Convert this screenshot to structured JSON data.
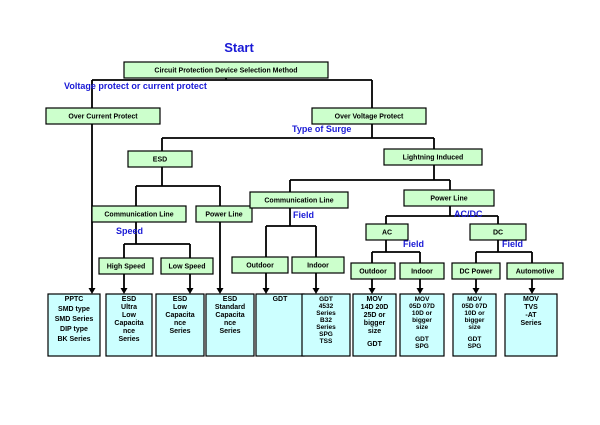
{
  "start_title": "Start",
  "q_protect": "Voltage protect or current protect",
  "q_surge": "Type of Surge",
  "q_speed": "Speed",
  "q_field_comm": "Field",
  "q_acdc": "AC/DC",
  "q_field_ac": "Field",
  "q_field_dc": "Field",
  "colors": {
    "node_fill": "#ccffcc",
    "leaf_fill": "#ccffff",
    "border": "#000000",
    "question_text": "#1a1ad6"
  },
  "nodes": {
    "root": "Circuit Protection Device Selection Method",
    "over_current": "Over Current Protect",
    "over_voltage": "Over Voltage Protect",
    "esd": "ESD",
    "lightning": "Lightning Induced",
    "comm_line_esd": "Communication Line",
    "power_line_esd": "Power Line",
    "comm_line_li": "Communication Line",
    "power_line_li": "Power Line",
    "high_speed": "High Speed",
    "low_speed": "Low Speed",
    "outdoor_comm": "Outdoor",
    "indoor_comm": "Indoor",
    "ac": "AC",
    "dc": "DC",
    "outdoor_ac": "Outdoor",
    "indoor_ac": "Indoor",
    "dc_power": "DC Power",
    "automotive": "Automotive"
  },
  "leaves": {
    "pptc": [
      "PPTC",
      "SMD type",
      "SMD Series",
      "DIP type",
      "BK Series"
    ],
    "esd_ultra": [
      "ESD",
      "Ultra",
      "Low",
      "Capacita",
      "nce",
      "Series"
    ],
    "esd_low": [
      "ESD",
      "Low",
      "Capacita",
      "nce",
      "Series"
    ],
    "esd_std": [
      "ESD",
      "Standard",
      "Capacita",
      "nce",
      "Series"
    ],
    "gdt_out": [
      "GDT"
    ],
    "gdt_in": [
      "GDT",
      "4532",
      "Series",
      "B32",
      "Series",
      "SPG",
      "TSS"
    ],
    "mov_out": [
      "MOV",
      "14D 20D",
      "25D or",
      "bigger",
      "size",
      "GDT"
    ],
    "mov_in": [
      "MOV",
      "05D 07D",
      "10D or",
      "bigger",
      "size",
      "GDT",
      "SPG"
    ],
    "mov_dc": [
      "MOV",
      "05D 07D",
      "10D or",
      "bigger",
      "size",
      "GDT",
      "SPG"
    ],
    "mov_auto": [
      "MOV",
      "TVS",
      "-AT",
      "Series"
    ]
  }
}
